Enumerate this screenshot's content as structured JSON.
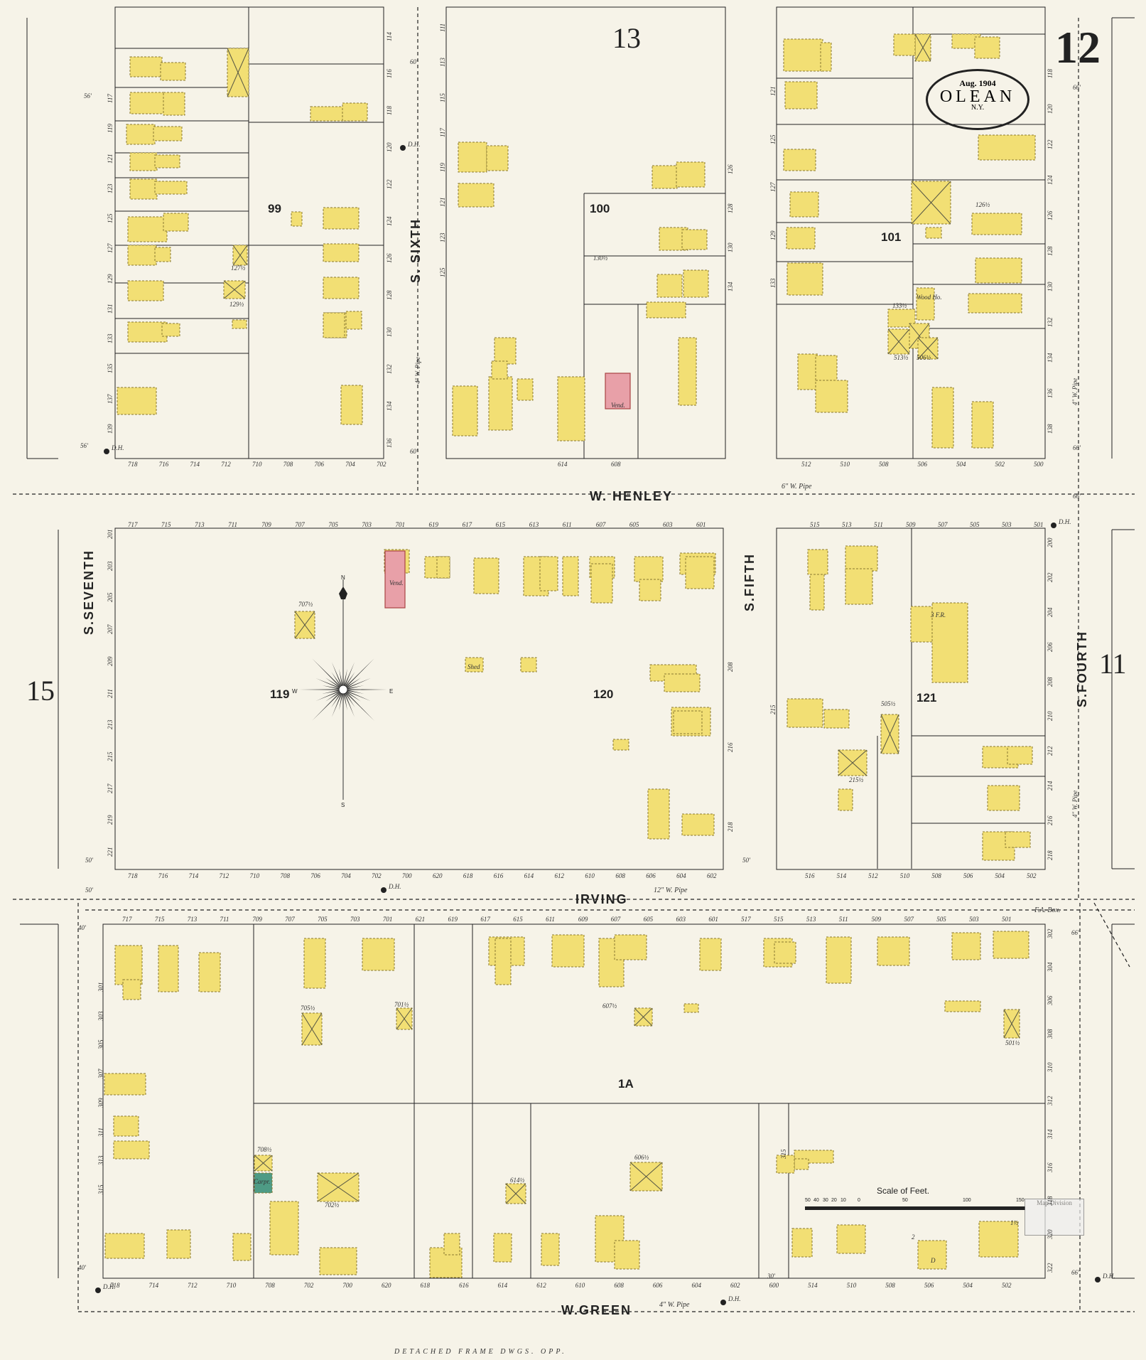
{
  "sheet": {
    "number": "12",
    "cartouche_date": "Aug. 1904",
    "city": "OLEAN",
    "state": "N.Y."
  },
  "adjacent_sheets": {
    "top": "13",
    "left": "15",
    "right": "11"
  },
  "streets": {
    "henley": "W. HENLEY",
    "irving": "IRVING",
    "green": "W.GREEN",
    "sixth": "S. SIXTH",
    "seventh": "S.SEVENTH",
    "fifth": "S.FIFTH",
    "fourth": "S.FOURTH"
  },
  "blocks": {
    "b99": "99",
    "b100": "100",
    "b101": "101",
    "b119": "119",
    "b120": "120",
    "b121": "121",
    "b1a": "1A"
  },
  "pipes": {
    "henley": "6\" W. Pipe",
    "irving": "12\" W. Pipe",
    "green": "4\" W. Pipe",
    "sixth": "4\" W. Pipe",
    "fourth_top": "4\" W. Pipe",
    "fourth_mid": "4\" W. Pipe"
  },
  "annotations": {
    "dh": "D.H.",
    "fa_box": "F.A. Box.",
    "bottom_note": "DETACHED     FRAME     DWGS.     OPP.",
    "scale_title": "Scale of Feet.",
    "scale_ticks": [
      "50",
      "40",
      "30",
      "20",
      "10",
      "0",
      "50",
      "100",
      "150"
    ],
    "stamp": "Map Division",
    "compass": {
      "n": "N",
      "s": "S",
      "e": "E",
      "w": "W"
    },
    "street_widths": [
      "56'",
      "60'",
      "60'",
      "56'",
      "50'",
      "66'",
      "66'",
      "50'",
      "50'",
      "66'",
      "40'",
      "40'",
      "30'",
      "66'",
      "66'"
    ]
  },
  "house_numbers": {
    "henley_n_block99": [
      "718",
      "716",
      "714",
      "712",
      "710",
      "708",
      "706",
      "704",
      "702"
    ],
    "henley_n_block100": [
      "614",
      "608"
    ],
    "henley_n_block101": [
      "512",
      "510",
      "508",
      "506",
      "504",
      "502",
      "500"
    ],
    "henley_s": [
      "717",
      "715",
      "713",
      "711",
      "709",
      "707",
      "705",
      "703",
      "701",
      "619",
      "617",
      "615",
      "613",
      "611",
      "607",
      "605",
      "603",
      "601"
    ],
    "henley_s_block121": [
      "515",
      "513",
      "511",
      "509",
      "507",
      "505",
      "503",
      "501"
    ],
    "irving_n": [
      "718",
      "716",
      "714",
      "712",
      "710",
      "708",
      "706",
      "704",
      "702",
      "700",
      "620",
      "618",
      "616",
      "614",
      "612",
      "610",
      "608",
      "606",
      "604",
      "602"
    ],
    "irving_n_block121": [
      "516",
      "514",
      "512",
      "510",
      "508",
      "506",
      "504",
      "502"
    ],
    "irving_s": [
      "717",
      "715",
      "713",
      "711",
      "709",
      "707",
      "705",
      "703",
      "701",
      "621",
      "619",
      "617",
      "615",
      "611",
      "609",
      "607",
      "605",
      "603",
      "601",
      "517",
      "515",
      "513",
      "511",
      "509",
      "507",
      "505",
      "503",
      "501"
    ],
    "green_n": [
      "718",
      "714",
      "712",
      "710",
      "708",
      "702",
      "700",
      "620",
      "618",
      "616",
      "614",
      "612",
      "610",
      "608",
      "606",
      "604",
      "602",
      "600",
      "514",
      "510",
      "508",
      "506",
      "504",
      "502"
    ],
    "seventh_e_top": [
      "117",
      "119",
      "121",
      "123",
      "125",
      "127",
      "129",
      "131",
      "133",
      "135",
      "137",
      "139"
    ],
    "sixth_w_top": [
      "114",
      "116",
      "118",
      "120",
      "122",
      "124",
      "126",
      "128",
      "130",
      "132",
      "134",
      "136"
    ],
    "sixth_e_top": [
      "111",
      "113",
      "115",
      "117",
      "119",
      "121",
      "123",
      "125"
    ],
    "fifth_w_top": [
      "126",
      "128",
      "130",
      "134"
    ],
    "fifth_e_top": [
      "121",
      "125",
      "127",
      "129",
      "133"
    ],
    "fourth_w_top": [
      "118",
      "120",
      "122",
      "124",
      "126",
      "128",
      "130",
      "132",
      "134",
      "136",
      "138"
    ],
    "seventh_e_mid": [
      "201",
      "203",
      "205",
      "207",
      "209",
      "211",
      "213",
      "215",
      "217",
      "219",
      "221"
    ],
    "fifth_w_mid": [
      "208",
      "216",
      "218"
    ],
    "fifth_e_mid": [
      "215"
    ],
    "fourth_w_mid": [
      "200",
      "202",
      "204",
      "206",
      "208",
      "210",
      "212",
      "214",
      "216",
      "218"
    ],
    "seventh_e_bot": [
      "301",
      "303",
      "305",
      "307",
      "309",
      "311",
      "313",
      "315"
    ],
    "fourth_w_bot": [
      "302",
      "304",
      "306",
      "308",
      "310",
      "312",
      "314",
      "316",
      "318",
      "320",
      "322"
    ],
    "fifth_e_bot": [
      "315"
    ]
  },
  "rear_numbers": [
    "127½",
    "129½",
    "130½",
    "126½",
    "133½",
    "513½",
    "506½",
    "707½",
    "505½",
    "215½",
    "705½",
    "701½",
    "607½",
    "501½",
    "708½",
    "702½",
    "614½",
    "606½"
  ],
  "building_marks": {
    "dwelling": "D",
    "stories": "2",
    "half_story": "1½",
    "three_fr": "3 F.R.",
    "vend": "Vend.",
    "shed": "Shed",
    "carpr": "Carpr.",
    "wood_ho": "Wood Ho."
  },
  "colors": {
    "paper": "#f6f3e8",
    "frame": "#f2df74",
    "brick": "#e8a0a8",
    "stone": "#4e9b85",
    "ink": "#222222"
  }
}
